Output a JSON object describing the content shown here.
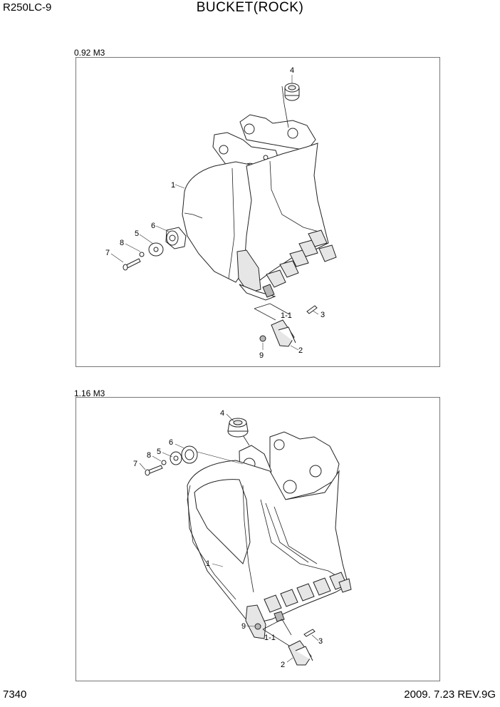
{
  "header": {
    "model": "R250LC-9",
    "title": "BUCKET(ROCK)"
  },
  "footer": {
    "page": "7340",
    "date_rev": "2009. 7.23  REV.9G"
  },
  "diagrams": [
    {
      "capacity": "0.92 M3",
      "callouts": {
        "c1": "1",
        "c1_1": "1-1",
        "c2": "2",
        "c3": "3",
        "c4": "4",
        "c5": "5",
        "c6": "6",
        "c7": "7",
        "c8": "8",
        "c9": "9"
      }
    },
    {
      "capacity": "1.16 M3",
      "callouts": {
        "c1": "1",
        "c1_1": "1-1",
        "c2": "2",
        "c3": "3",
        "c4": "4",
        "c5": "5",
        "c6": "6",
        "c7": "7",
        "c8": "8",
        "c9": "9"
      }
    }
  ]
}
